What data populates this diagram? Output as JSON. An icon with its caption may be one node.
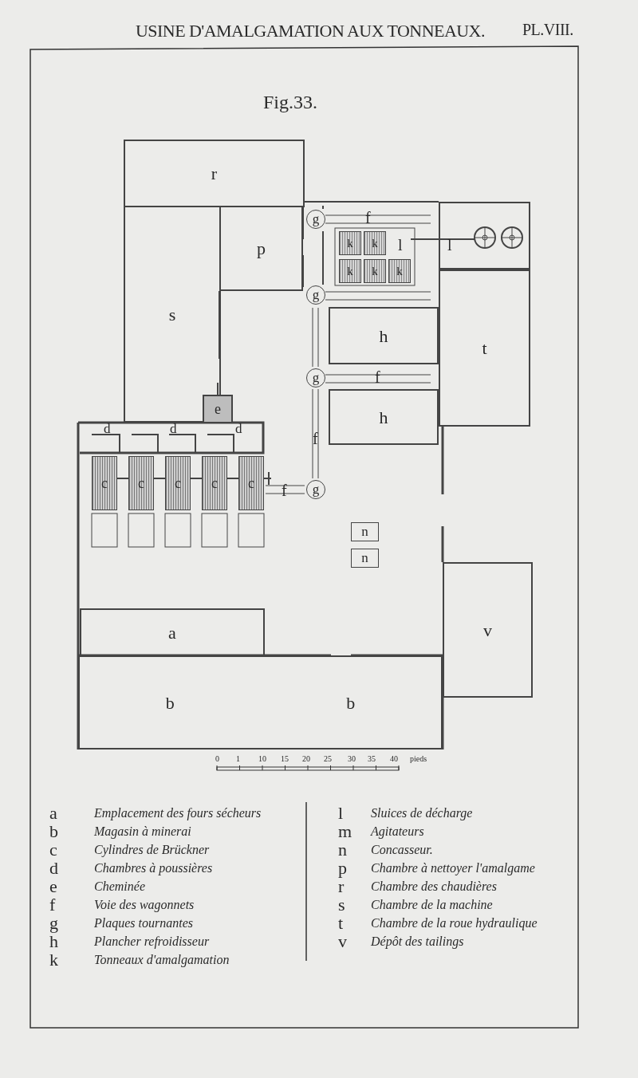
{
  "diagram": {
    "title": "USINE D'AMALGAMATION AUX TONNEAUX.",
    "nodes": [
      {
        "text": [
          "r"
        ]
      },
      {
        "text": [
          "s"
        ]
      },
      {
        "text": [
          "p"
        ]
      },
      {
        "text": [],
        "shape": "box"
      },
      {
        "text": [
          "t"
        ]
      },
      {
        "text": [
          "h"
        ]
      },
      {
        "text": [
          "h"
        ]
      },
      {
        "text": [
          "e"
        ]
      },
      {
        "text": [
          "c"
        ]
      },
      {
        "text": [
          "c"
        ]
      },
      {
        "text": [
          "c"
        ]
      },
      {
        "text": [
          "c"
        ]
      },
      {
        "text": [
          "c"
        ]
      },
      {
        "text": [
          "n"
        ]
      },
      {
        "text": [
          "n"
        ]
      },
      {
        "text": [
          "a"
        ]
      },
      {
        "text": [
          "v"
        ]
      },
      {
        "text": [
          "b",
          "b"
        ]
      },
      {
        "text": [
          "g"
        ]
      },
      {
        "text": [
          "g"
        ]
      },
      {
        "text": [
          "g"
        ]
      },
      {
        "text": [
          "g"
        ]
      },
      {
        "text": [
          "k"
        ]
      },
      {
        "text": [
          "k"
        ]
      },
      {
        "text": [
          "k"
        ]
      },
      {
        "text": [
          "k"
        ]
      },
      {
        "text": [
          "k"
        ]
      }
    ],
    "labels": [
      "PL.VIII.",
      "Fig.33.",
      "d",
      "d",
      "d",
      "f",
      "f",
      "f",
      "f",
      "l",
      "l",
      "0",
      "1",
      "10",
      "15",
      "20",
      "25",
      "30",
      "35",
      "40",
      "pieds",
      "a",
      "Emplacement des fours sécheurs",
      "l",
      "Sluices de décharge",
      "b",
      "Magasin à minerai",
      "m",
      "Agitateurs",
      "c",
      "Cylindres de Brückner",
      "n",
      "Concasseur.",
      "d",
      "Chambres à poussières",
      "p",
      "Chambre à nettoyer l'amalgame",
      "e",
      "Cheminée",
      "r",
      "Chambre des chaudières",
      "f",
      "Voie des wagonnets",
      "s",
      "Chambre de la machine",
      "g",
      "Plaques tournantes",
      "t",
      "Chambre de la roue hydraulique",
      "h",
      "Plancher refroidisseur",
      "v",
      "Dépôt des tailings",
      "k",
      "Tonneaux d'amalgamation"
    ]
  }
}
